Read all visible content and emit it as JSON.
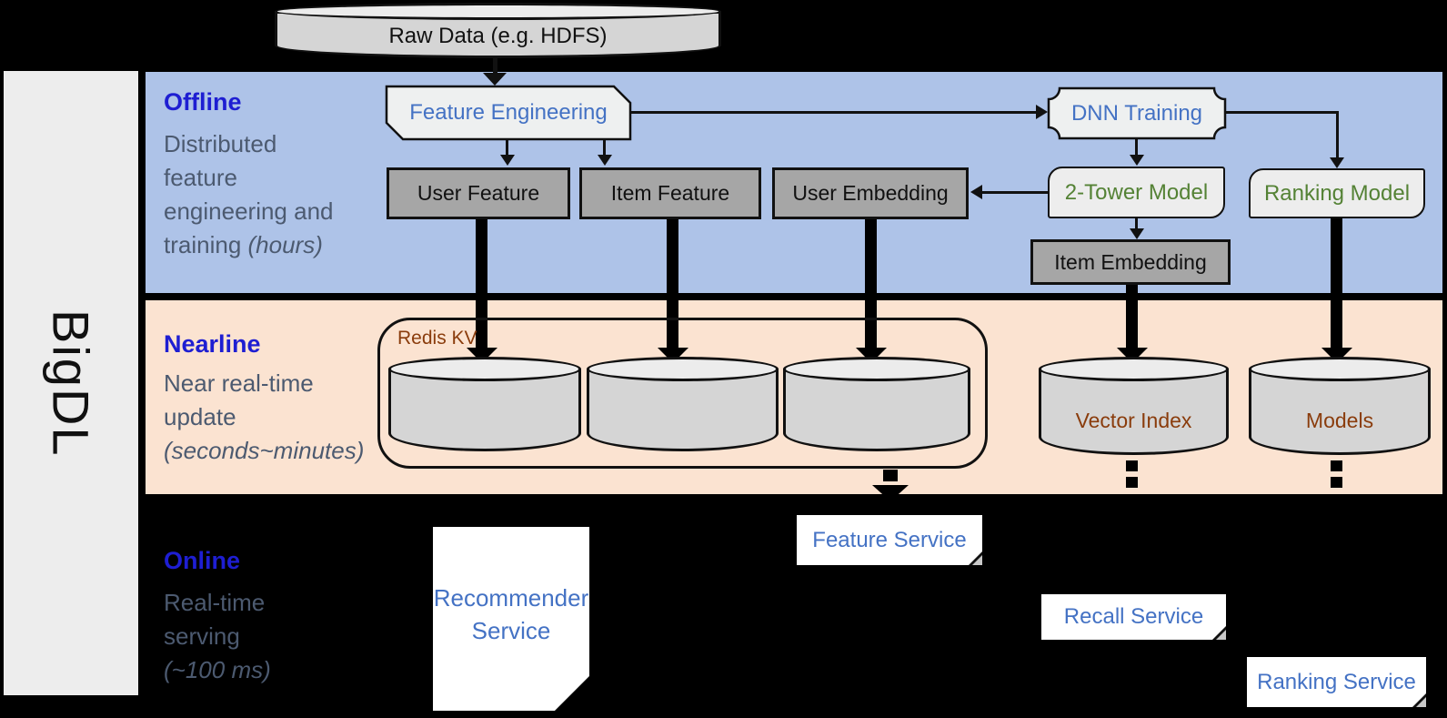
{
  "brand": {
    "name": "BigDL"
  },
  "raw_data": {
    "label": "Raw Data (e.g. HDFS)"
  },
  "sections": {
    "offline": {
      "title": "Offline",
      "desc_main": "Distributed\nfeature\nengineering and\ntraining ",
      "desc_italic": "(hours)"
    },
    "nearline": {
      "title": "Nearline",
      "desc_main": "Near real-time\nupdate\n",
      "desc_italic": "(seconds~minutes)"
    },
    "online": {
      "title": "Online",
      "desc_main": "Real-time\nserving\n",
      "desc_italic": "(~100 ms)"
    }
  },
  "offline_nodes": {
    "feature_engineering": "Feature Engineering",
    "dnn_training": "DNN Training",
    "user_feature": "User Feature",
    "item_feature": "Item Feature",
    "user_embedding": "User Embedding",
    "two_tower_model": "2-Tower Model",
    "ranking_model": "Ranking Model",
    "item_embedding": "Item Embedding"
  },
  "nearline_nodes": {
    "redis_kv": "Redis KV",
    "vector_index": "Vector Index",
    "models": "Models"
  },
  "online_nodes": {
    "recommender_service": "Recommender Service",
    "feature_service": "Feature Service",
    "recall_service": "Recall Service",
    "ranking_service": "Ranking Service"
  },
  "colors": {
    "offline_band": "#aec3e8",
    "nearline_band": "#fbe3d1",
    "section_title_blue": "#1e1ed2",
    "description_gray_blue": "#4c5a70",
    "node_text_blue": "#4472c4",
    "node_text_green": "#548235",
    "storage_text_brown": "#8a3c0c",
    "dark_gray_box": "#a6a6a6",
    "light_shape_fill": "#ededed",
    "background": "#000000"
  }
}
